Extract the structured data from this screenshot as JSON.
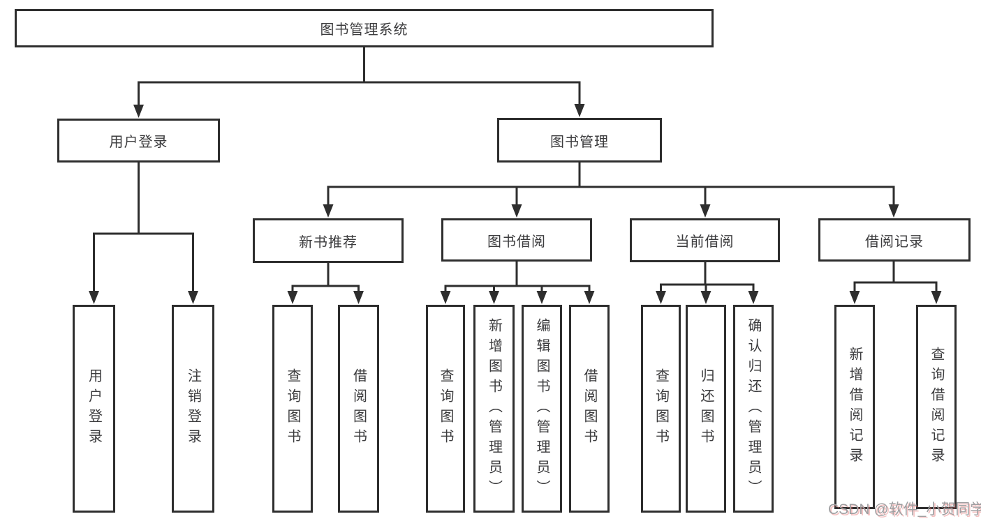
{
  "tree": {
    "label": "图书管理系统",
    "children": [
      {
        "label": "用户登录",
        "children": [
          {
            "label": "用户登录"
          },
          {
            "label": "注销登录"
          }
        ]
      },
      {
        "label": "图书管理",
        "children": [
          {
            "label": "新书推荐",
            "children": [
              {
                "label": "查询图书"
              },
              {
                "label": "借阅图书"
              }
            ]
          },
          {
            "label": "图书借阅",
            "children": [
              {
                "label": "查询图书"
              },
              {
                "label": "新增图书（管理员）"
              },
              {
                "label": "编辑图书（管理员）"
              },
              {
                "label": "借阅图书"
              }
            ]
          },
          {
            "label": "当前借阅",
            "children": [
              {
                "label": "查询图书"
              },
              {
                "label": "归还图书"
              },
              {
                "label": "确认归还（管理员）"
              }
            ]
          },
          {
            "label": "借阅记录",
            "children": [
              {
                "label": "新增借阅记录"
              },
              {
                "label": "查询借阅记录"
              }
            ]
          }
        ]
      }
    ]
  },
  "watermark": {
    "text": "CSDN @软件_小贺同学"
  },
  "colors": {
    "line": "#2e2e2e",
    "box_border": "#2e2e2e",
    "box_fill": "#ffffff",
    "text": "#3c3c3e",
    "watermark_text": "#9f9fa1",
    "watermark_shadow": "#e77474",
    "background": "#ffffff"
  }
}
